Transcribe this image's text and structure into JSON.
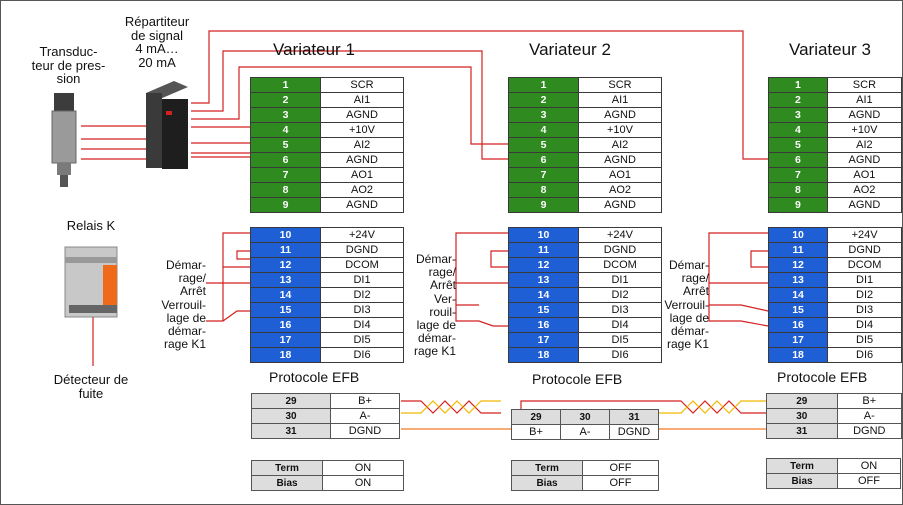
{
  "drives": [
    {
      "title": "Variateur 1",
      "efb_title": "Protocole EFB",
      "efb_term": "ON",
      "efb_bias": "ON"
    },
    {
      "title": "Variateur 2",
      "efb_title": "Protocole EFB",
      "efb_term": "OFF",
      "efb_bias": "OFF"
    },
    {
      "title": "Variateur 3",
      "efb_title": "Protocole EFB",
      "efb_term": "ON",
      "efb_bias": "OFF"
    }
  ],
  "analog_terminals": [
    {
      "num": "1",
      "sig": "SCR"
    },
    {
      "num": "2",
      "sig": "AI1"
    },
    {
      "num": "3",
      "sig": "AGND"
    },
    {
      "num": "4",
      "sig": "+10V"
    },
    {
      "num": "5",
      "sig": "AI2"
    },
    {
      "num": "6",
      "sig": "AGND"
    },
    {
      "num": "7",
      "sig": "AO1"
    },
    {
      "num": "8",
      "sig": "AO2"
    },
    {
      "num": "9",
      "sig": "AGND"
    }
  ],
  "digital_terminals": [
    {
      "num": "10",
      "sig": "+24V"
    },
    {
      "num": "11",
      "sig": "DGND"
    },
    {
      "num": "12",
      "sig": "DCOM"
    },
    {
      "num": "13",
      "sig": "DI1"
    },
    {
      "num": "14",
      "sig": "DI2"
    },
    {
      "num": "15",
      "sig": "DI3"
    },
    {
      "num": "16",
      "sig": "DI4"
    },
    {
      "num": "17",
      "sig": "DI5"
    },
    {
      "num": "18",
      "sig": "DI6"
    }
  ],
  "efb_terminals": [
    {
      "num": "29",
      "sig": "B+"
    },
    {
      "num": "30",
      "sig": "A-"
    },
    {
      "num": "31",
      "sig": "DGND"
    }
  ],
  "efb_switch_labels": {
    "term": "Term",
    "bias": "Bias"
  },
  "devices": {
    "transducer": "Transduc-\nteur de pres-\nsion",
    "splitter": "Répartiteur\nde signal\n4 mA…\n20 mA",
    "relay": "Relais K",
    "leak_detector": "Détecteur de\nfuite"
  },
  "control_labels": [
    "Démar-\nrage/\nArrêt\nVerrouil-\nlage de\ndémar-\nrage K1",
    "Démar-\nrage/\nArrêt\nVer-\nrouil-\nlage de\ndémar-\nrage K1",
    "Démar-\nrage/\nArrêt\nVerrouil-\nlage de\ndémar-\nrage K1"
  ],
  "colors": {
    "analog_number_bg": "#2f8a1f",
    "digital_number_bg": "#1f5fd6",
    "wire_red": "#d42020",
    "wire_yellow": "#f0b800",
    "wire_orange": "#f07a20"
  }
}
